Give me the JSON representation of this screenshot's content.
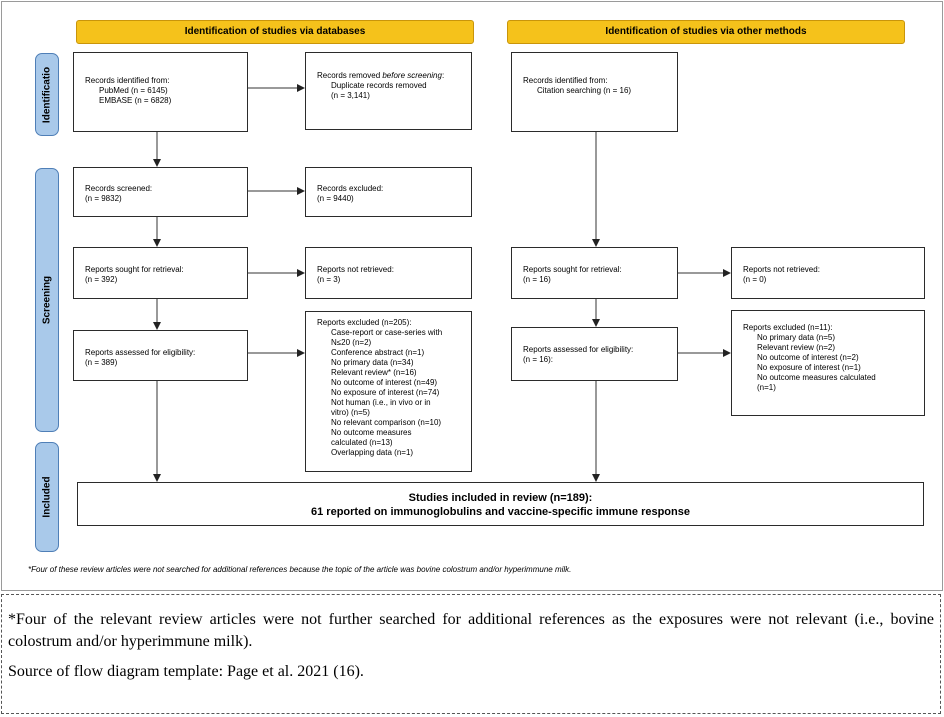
{
  "headers": {
    "databases": "Identification of studies via databases",
    "other": "Identification of studies via other methods"
  },
  "stages": {
    "identification": "Identificatio",
    "screening": "Screening",
    "included": "Included"
  },
  "db": {
    "identified": [
      "Records identified from:",
      "PubMed (n = 6145)",
      "EMBASE (n = 6828)"
    ],
    "removed_prefix": "Records removed ",
    "removed_em": "before screening",
    "removed_suffix": ":",
    "removed_lines": [
      "Duplicate records removed",
      "(n = 3,141)"
    ],
    "screened": [
      "Records screened:",
      "(n = 9832)"
    ],
    "excluded": [
      "Records excluded:",
      "(n = 9440)"
    ],
    "sought": [
      "Reports sought for retrieval:",
      "(n = 392)"
    ],
    "not_retrieved": [
      "Reports not retrieved:",
      "(n = 3)"
    ],
    "assessed": [
      "Reports assessed for eligibility:",
      "(n = 389)"
    ],
    "reports_excluded": {
      "title": "Reports excluded (n=205):",
      "items": [
        "Case-report or case-series with",
        "N≤20 (n=2)",
        "Conference abstract (n=1)",
        "No primary data (n=34)",
        "Relevant review* (n=16)",
        "No outcome of interest (n=49)",
        "No exposure of interest (n=74)",
        "Not human (i.e., in vivo or in",
        "vitro) (n=5)",
        "No relevant comparison (n=10)",
        "No outcome measures",
        "calculated (n=13)",
        "Overlapping data (n=1)"
      ]
    }
  },
  "other": {
    "identified": [
      "Records identified from:",
      "Citation searching (n = 16)"
    ],
    "sought": [
      "Reports sought for retrieval:",
      "(n = 16)"
    ],
    "not_retrieved": [
      "Reports not retrieved:",
      "(n = 0)"
    ],
    "assessed": [
      "Reports assessed for eligibility:",
      "(n = 16):"
    ],
    "reports_excluded": {
      "title": "Reports excluded (n=11):",
      "items": [
        "No primary data (n=5)",
        "Relevant review (n=2)",
        "No outcome of interest (n=2)",
        "No exposure of interest (n=1)",
        "No outcome measures calculated",
        "(n=1)"
      ]
    }
  },
  "included": {
    "line1": "Studies included in review (n=189):",
    "line2": "61 reported on immunoglobulins and vaccine-specific immune response"
  },
  "figure_footnote": "*Four of these review articles were not searched for additional references because the topic of the article was bovine colostrum and/or hyperimmune milk.",
  "note": {
    "para1": "*Four of the relevant review articles were not further searched for additional references as the exposures were not relevant (i.e., bovine colostrum and/or hyperimmune milk).",
    "para2": "Source of flow diagram template: Page et al. 2021 (16)."
  }
}
